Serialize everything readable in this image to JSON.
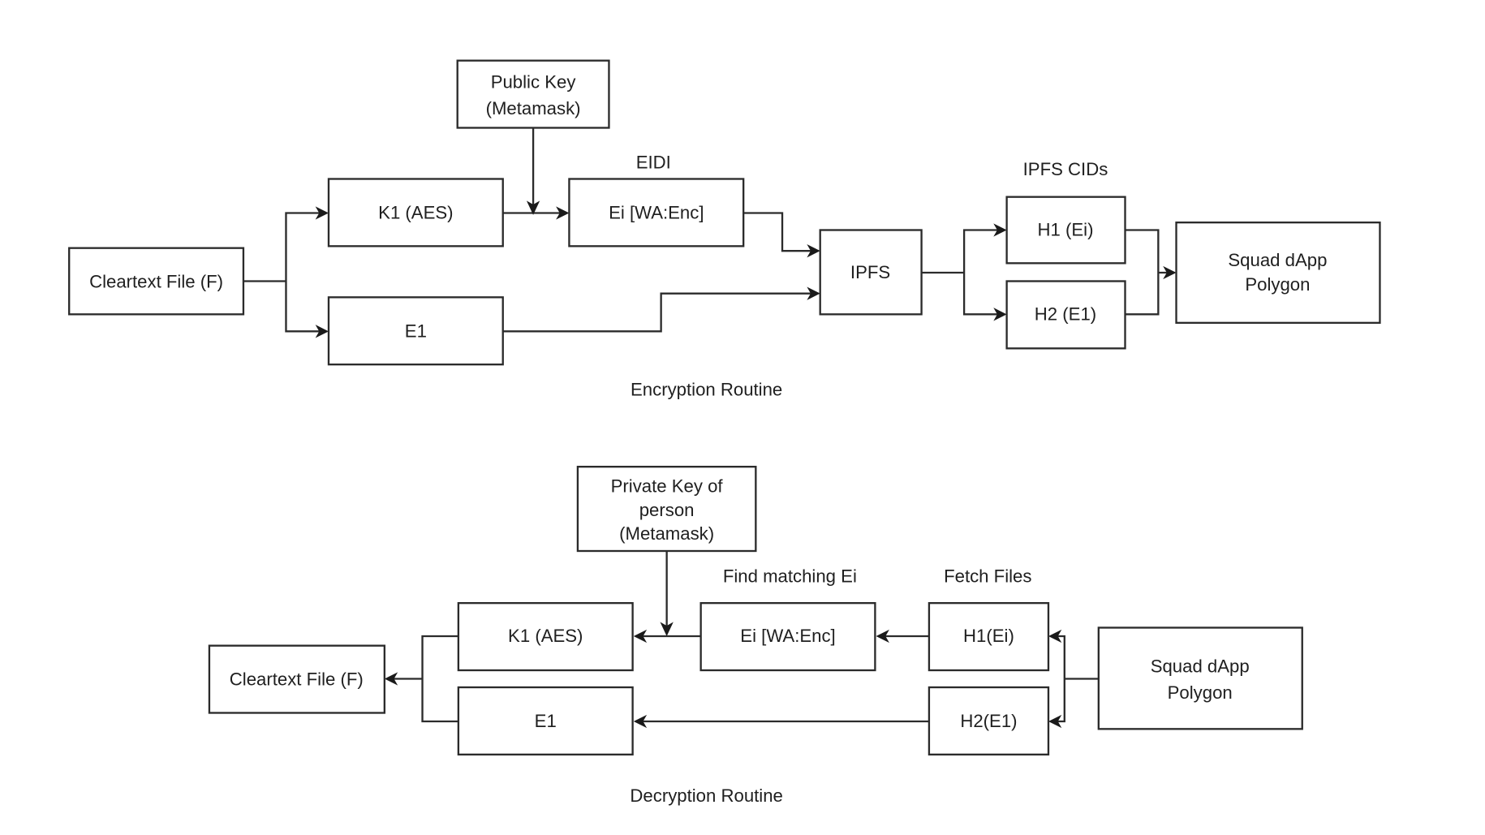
{
  "diagram": {
    "encryption": {
      "caption": "Encryption Routine",
      "nodes": {
        "cleartext": "Cleartext File (F)",
        "public_key_line1": "Public Key",
        "public_key_line2": "(Metamask)",
        "k1": "K1 (AES)",
        "e1": "E1",
        "ei": "Ei [WA:Enc]",
        "ipfs": "IPFS",
        "h1": "H1 (Ei)",
        "h2": "H2 (E1)",
        "squad_line1": "Squad dApp",
        "squad_line2": "Polygon"
      },
      "labels": {
        "eidi": "EIDI",
        "ipfs_cids": "IPFS CIDs"
      },
      "edges": [
        {
          "from": "Cleartext File (F)",
          "to": "K1 (AES)"
        },
        {
          "from": "Cleartext File (F)",
          "to": "E1"
        },
        {
          "from": "K1 (AES)",
          "to": "Ei [WA:Enc]"
        },
        {
          "from": "Public Key (Metamask)",
          "to": "K1→Ei edge"
        },
        {
          "from": "Ei [WA:Enc]",
          "to": "IPFS"
        },
        {
          "from": "E1",
          "to": "IPFS"
        },
        {
          "from": "IPFS",
          "to": "H1 (Ei)"
        },
        {
          "from": "IPFS",
          "to": "H2 (E1)"
        },
        {
          "from": "H1 (Ei)",
          "to": "Squad dApp Polygon"
        },
        {
          "from": "H2 (E1)",
          "to": "Squad dApp Polygon"
        }
      ]
    },
    "decryption": {
      "caption": "Decryption Routine",
      "nodes": {
        "cleartext": "Cleartext File (F)",
        "private_key_line1": "Private Key of",
        "private_key_line2": "person",
        "private_key_line3": "(Metamask)",
        "k1": "K1 (AES)",
        "e1": "E1",
        "ei": "Ei [WA:Enc]",
        "h1": "H1(Ei)",
        "h2": "H2(E1)",
        "squad_line1": "Squad dApp",
        "squad_line2": "Polygon"
      },
      "labels": {
        "find_matching": "Find matching Ei",
        "fetch_files": "Fetch Files"
      },
      "edges": [
        {
          "from": "Squad dApp Polygon",
          "to": "H1(Ei)"
        },
        {
          "from": "Squad dApp Polygon",
          "to": "H2(E1)"
        },
        {
          "from": "H1(Ei)",
          "to": "Ei [WA:Enc]"
        },
        {
          "from": "H2(E1)",
          "to": "E1"
        },
        {
          "from": "Ei [WA:Enc]",
          "to": "K1 (AES)"
        },
        {
          "from": "Private Key of person (Metamask)",
          "to": "Ei→K1 edge"
        },
        {
          "from": "K1 (AES)",
          "to": "Cleartext File (F)"
        },
        {
          "from": "E1",
          "to": "Cleartext File (F)"
        }
      ]
    }
  }
}
